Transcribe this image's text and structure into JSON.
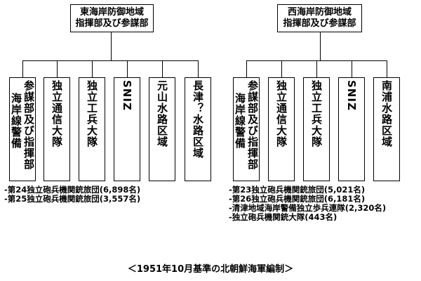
{
  "east": {
    "hq": [
      "東海岸防御地域",
      "指揮部及び参謀部"
    ],
    "units": [
      {
        "lines": [
          "参謀部及び指揮部",
          "海岸線警備"
        ]
      },
      {
        "lines": [
          "独立通信大隊"
        ]
      },
      {
        "lines": [
          "独立工兵大隊"
        ]
      },
      {
        "lines": [
          "SNIZ"
        ]
      },
      {
        "lines": [
          "元山水路区域"
        ]
      },
      {
        "lines": [
          "長津？水路区域"
        ]
      }
    ],
    "notes": [
      "-第24独立砲兵機関銃旅団(6,898名)",
      "-第25独立砲兵機関銃旅団(3,557名)"
    ]
  },
  "west": {
    "hq": [
      "西海岸防御地域",
      "指揮部及び参謀部"
    ],
    "units": [
      {
        "lines": [
          "参謀部及び指揮部",
          "海岸線警備"
        ]
      },
      {
        "lines": [
          "独立通信大隊"
        ]
      },
      {
        "lines": [
          "独立工兵大隊"
        ]
      },
      {
        "lines": [
          "SNIZ"
        ]
      },
      {
        "lines": [
          "南浦水路区域"
        ]
      }
    ],
    "notes": [
      "-第23独立砲兵機関銃旅団(5,021名)",
      "-第26独立砲兵機関銃旅団(6,181名)",
      "-清津地域海岸警備独立歩兵連隊(2,320名)",
      "-独立砲兵機関銃大隊(443名)"
    ]
  },
  "caption": "＜1951年10月基準の北朝鮮海軍編制＞"
}
